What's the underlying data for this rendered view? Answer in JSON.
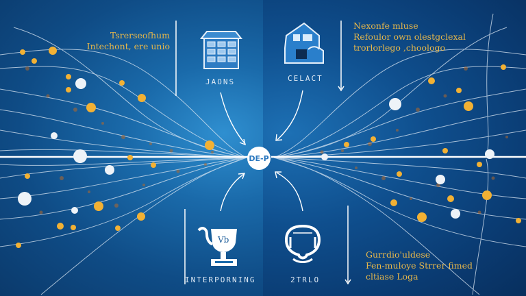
{
  "captions": {
    "top_left": [
      "Tsrerseofhum",
      "Intechont, ere unio"
    ],
    "top_right": [
      "Nexonfe mluse",
      "Refoulor own olestgclexal",
      "trorlorlego ,choologo"
    ],
    "bottom_right": [
      "Gurrdio'uldese",
      "Fen-muloye Strrer fimed",
      "cltiase Loga"
    ]
  },
  "nodes": {
    "top_left": {
      "label": "JAONS",
      "icon": "building-icon"
    },
    "top_right": {
      "label": "CELACT",
      "icon": "house-icon"
    },
    "center": {
      "label": "DE-P",
      "icon": "hub-icon"
    },
    "bottom_left": {
      "label": "INTERPORNING",
      "icon": "cup-icon",
      "icon_text": "Vb"
    },
    "bottom_right": {
      "label": "2TRLO",
      "icon": "helmet-icon"
    }
  },
  "colors": {
    "accent_gold": "#e8b84a",
    "node_orange": "#f2b134",
    "node_white": "#eef3f8",
    "line_white": "#dbe7f3",
    "bg_left": "#1a6aaa",
    "bg_right": "#0a3b72"
  }
}
